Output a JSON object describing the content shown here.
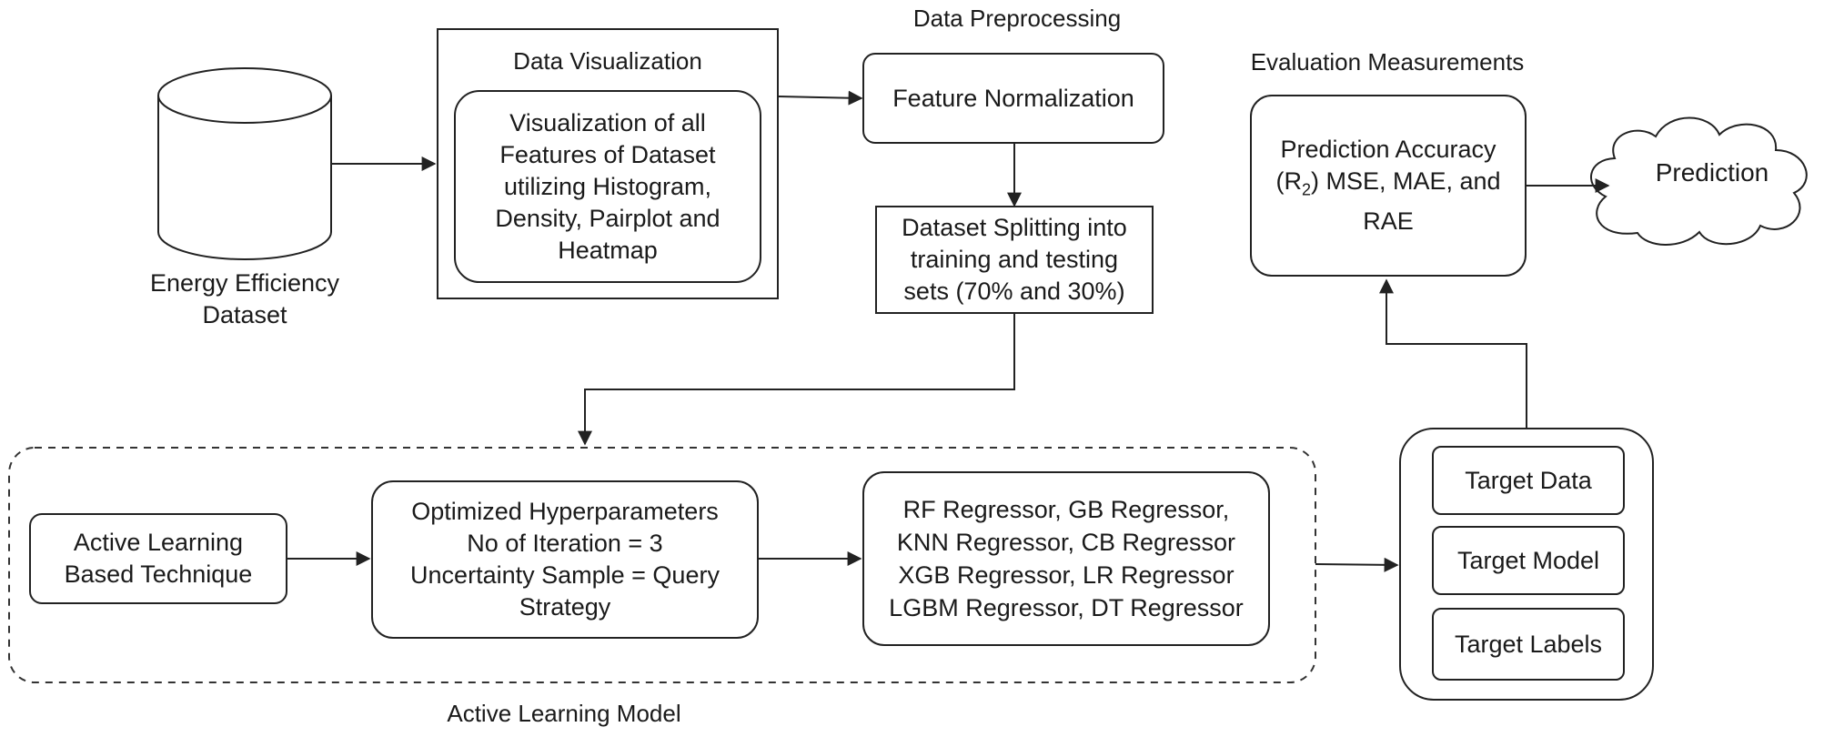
{
  "nodes": {
    "dataset": {
      "label": "Energy Efficiency\nDataset"
    },
    "data_visualization": {
      "title": "Data Visualization",
      "text": "Visualization of all\nFeatures of Dataset\nutilizing Histogram,\nDensity, Pairplot and\nHeatmap"
    },
    "data_preprocessing": {
      "title": "Data Preprocessing"
    },
    "feature_normalization": {
      "text": "Feature Normalization"
    },
    "dataset_splitting": {
      "text": "Dataset Splitting into\ntraining and testing\nsets (70% and 30%)"
    },
    "evaluation": {
      "title": "Evaluation Measurements",
      "line1": "Prediction Accuracy",
      "line2_pre": "(R",
      "line2_sub": "2",
      "line2_post": ") MSE, MAE, and",
      "line3": "RAE"
    },
    "prediction": {
      "text": "Prediction"
    },
    "active_learning_model": {
      "title": "Active Learning Model",
      "technique": "Active Learning\nBased Technique",
      "hyperparameters": "Optimized Hyperparameters\nNo of Iteration = 3\nUncertainty Sample = Query\nStrategy",
      "regressors": "RF Regressor, GB Regressor,\nKNN Regressor, CB Regressor\nXGB Regressor, LR Regressor\nLGBM Regressor, DT Regressor"
    },
    "target_group": {
      "items": [
        "Target Data",
        "Target Model",
        "Target Labels"
      ]
    }
  },
  "colors": {
    "stroke": "#222222",
    "text": "#1a1a1a",
    "background": "#ffffff"
  }
}
